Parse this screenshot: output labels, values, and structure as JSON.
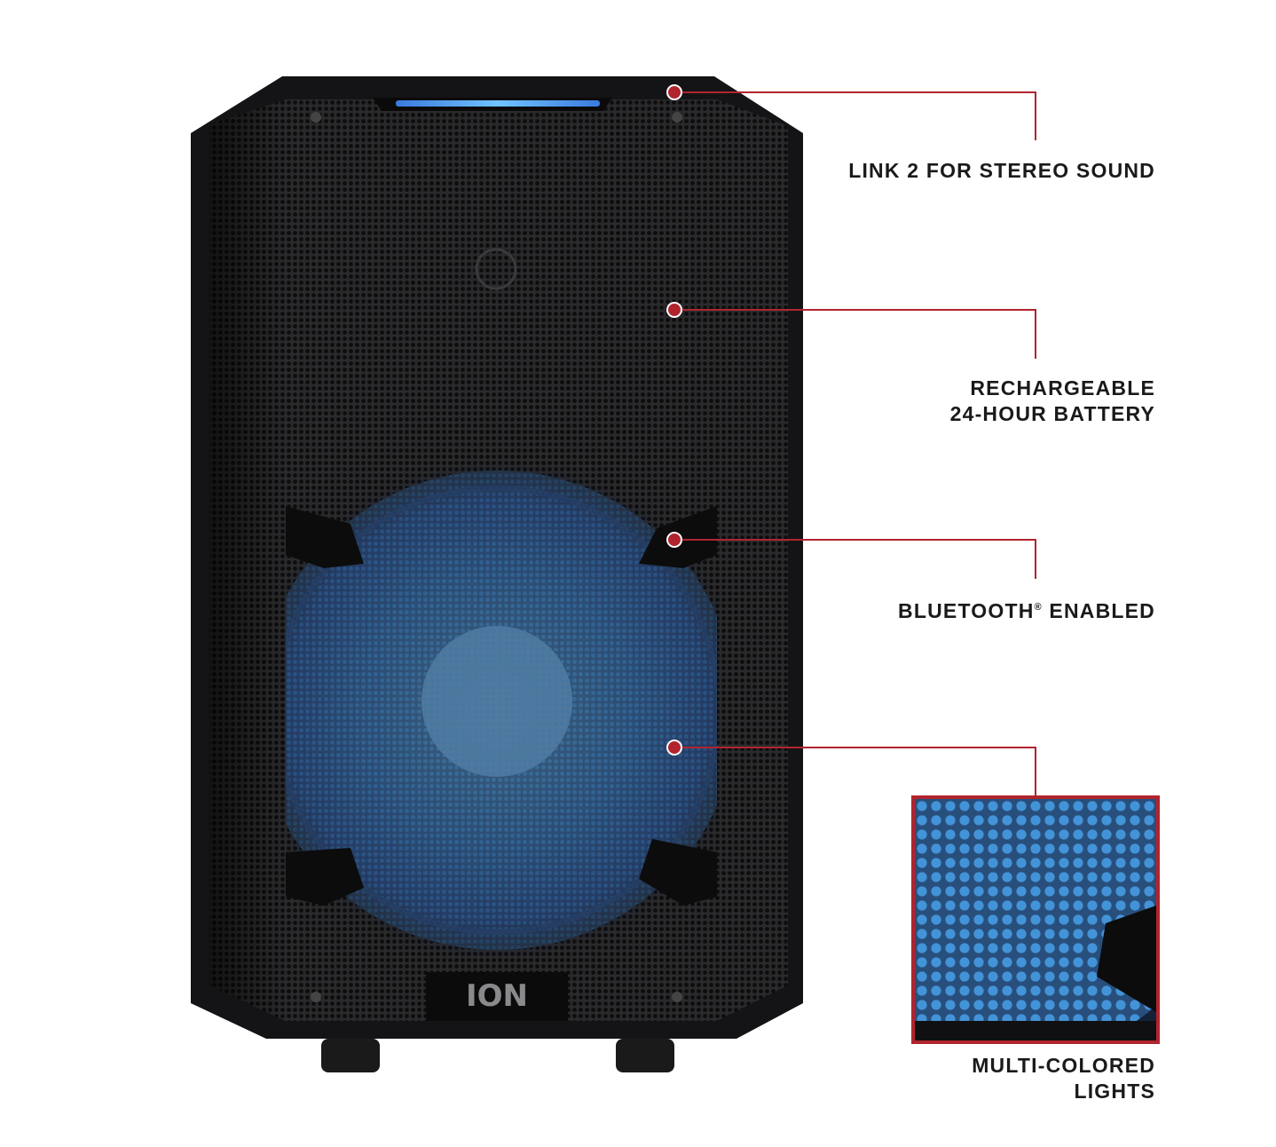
{
  "product": {
    "brand_logo_text": "ION"
  },
  "callouts": [
    {
      "id": "link",
      "lines": [
        "LINK 2 FOR STEREO SOUND"
      ]
    },
    {
      "id": "battery",
      "lines": [
        "RECHARGEABLE",
        "24-HOUR BATTERY"
      ]
    },
    {
      "id": "bluetooth",
      "text": "BLUETOOTH",
      "registered_mark": "®",
      "suffix": " ENABLED"
    },
    {
      "id": "lights",
      "lines": [
        "MULTI-COLORED",
        "LIGHTS"
      ]
    }
  ],
  "colors": {
    "callout_red": "#b1242e",
    "speaker_body": "#1c1c1e",
    "speaker_glow": "#3f8fe0",
    "text": "#1a1a1a"
  }
}
